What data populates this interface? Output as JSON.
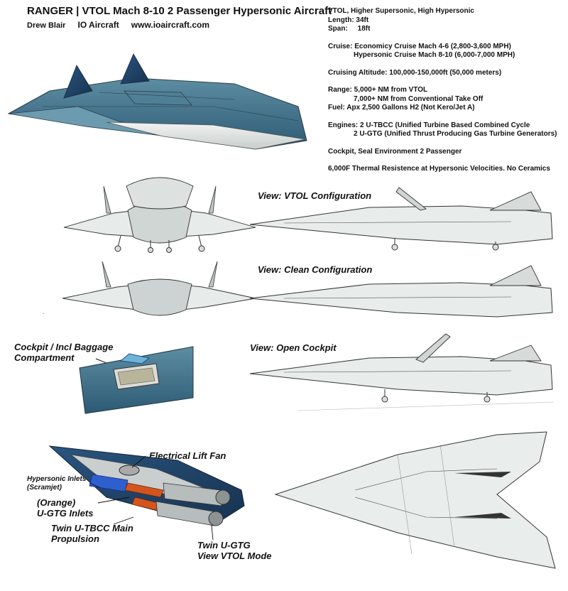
{
  "header": {
    "title": "RANGER | VTOL Mach 8-10 2 Passenger Hypersonic Aircraft",
    "author": "Drew Blair",
    "company": "IO Aircraft",
    "website": "www.ioaircraft.com"
  },
  "specs": {
    "line1": "VTOL, Higher Supersonic, High Hypersonic",
    "length": "Length: 34ft",
    "span": "Span:     18ft",
    "cruise1": "Cruise: Economicy Cruise Mach 4-6 (2,800-3,600 MPH)",
    "cruise2": "Hypersonic Cruise Mach 8-10 (6,000-7,000 MPH)",
    "altitude": "Cruising Altitude: 100,000-150,000ft (50,000 meters)",
    "range1": "Range: 5,000+ NM from VTOL",
    "range2": "7,000+ NM from Conventional Take Off",
    "fuel": "Fuel: Apx 2,500 Gallons H2 (Not Kero/Jet A)",
    "engines1": "Engines: 2 U-TBCC (Unified Turbine Based Combined Cycle",
    "engines2": "2 U-GTG (Unified Thrust Producing Gas Turbine Generators)",
    "cockpit": "Cockpit, Seal Environment 2 Passenger",
    "thermal": "6,000F Thermal Resistence at Hypersonic Velocities. No Ceramics"
  },
  "views": {
    "vtol": "View: VTOL Configuration",
    "clean": "View: Clean Configuration",
    "open": "View: Open Cockpit"
  },
  "callouts": {
    "cockpit1": "Cockpit / Incl Baggage",
    "cockpit2": "Compartment",
    "liftfan": "Electrical Lift Fan",
    "inlets1": "Hypersonic Inlets",
    "inlets2": "(Scramjet)",
    "ugtg1": "(Orange)",
    "ugtg2": "U-GTG Inlets",
    "tbcc1": "Twin U-TBCC Main",
    "tbcc2": "Propulsion",
    "twin1": "Twin U-GTG",
    "twin2": "View VTOL Mode"
  },
  "colors": {
    "hull_blue": "#3f6f86",
    "hull_dark": "#1e3f63",
    "hull_grey": "#dfe4e2",
    "line": "#3a3a3a",
    "ugtg_orange": "#d2551e",
    "inlet_blue": "#2f5fcf"
  }
}
